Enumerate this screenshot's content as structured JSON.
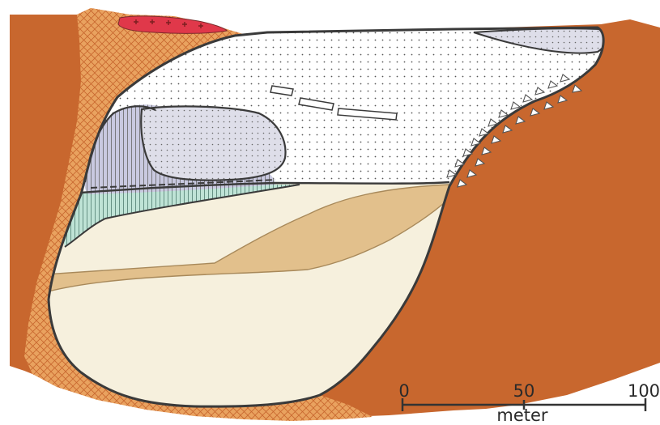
{
  "figure": {
    "type": "geological cross-section",
    "colors": {
      "host_rock": "#c8672e",
      "host_rock_breccia": "#e9a25f",
      "dotted_fill": "#ffffff",
      "lavender_fill": "#c9c9e0",
      "lavender_light": "#dedee9",
      "lower_fill": "#f6f0dd",
      "tan_layer": "#e2c08c",
      "teal_layer": "#bfe3d6",
      "red_dyke": "#e0384a",
      "outline": "#3a3a3a"
    }
  },
  "scale_bar": {
    "ticks": [
      "0",
      "50",
      "100"
    ],
    "unit": "meter"
  }
}
